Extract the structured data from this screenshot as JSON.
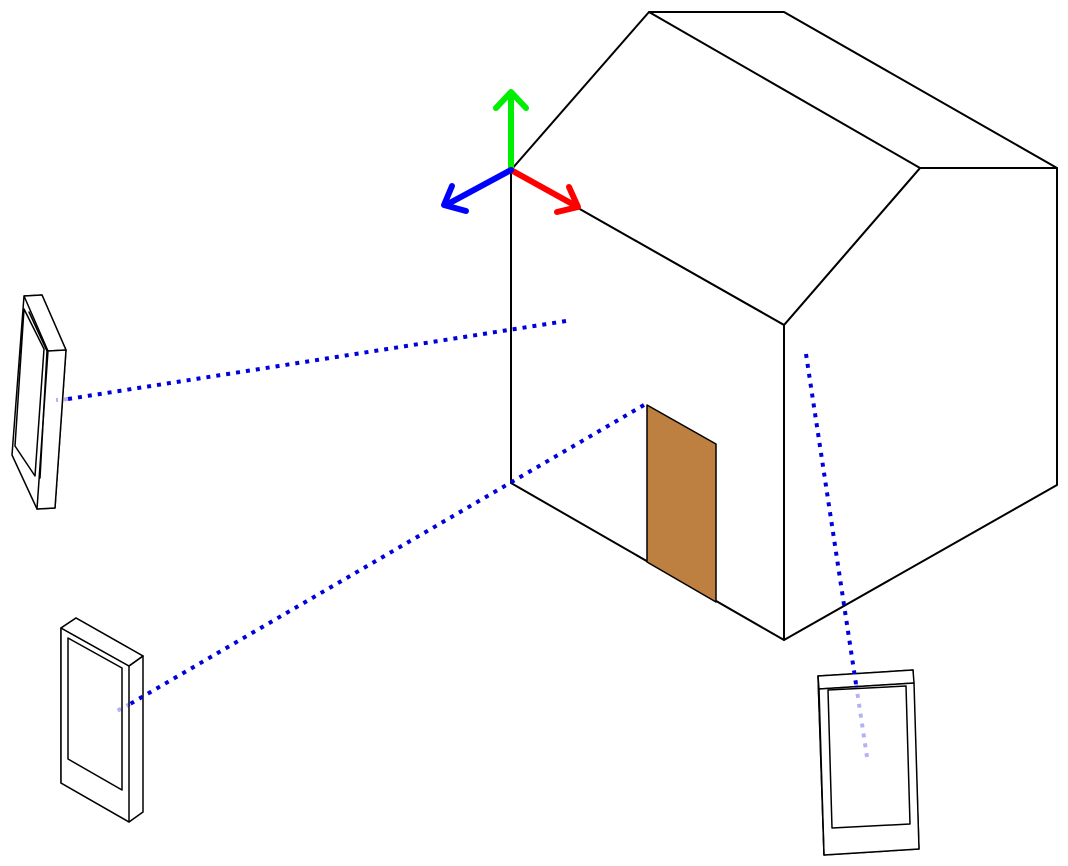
{
  "colors": {
    "background": "#ffffff",
    "outline": "#000000",
    "door": "#bd8041",
    "ray": "#0000dd",
    "axis_x": "#ff0000",
    "axis_y": "#00ee00",
    "axis_z": "#0000ff"
  },
  "scene": {
    "house": {
      "description_icon": "house-icon",
      "has_door": true
    },
    "axes": [
      "x-axis-arrow",
      "y-axis-arrow",
      "z-axis-arrow"
    ],
    "phones": [
      {
        "id": "phone-1",
        "icon": "smartphone-icon"
      },
      {
        "id": "phone-2",
        "icon": "smartphone-icon"
      },
      {
        "id": "phone-3",
        "icon": "smartphone-icon"
      }
    ],
    "ray_count": 3
  }
}
